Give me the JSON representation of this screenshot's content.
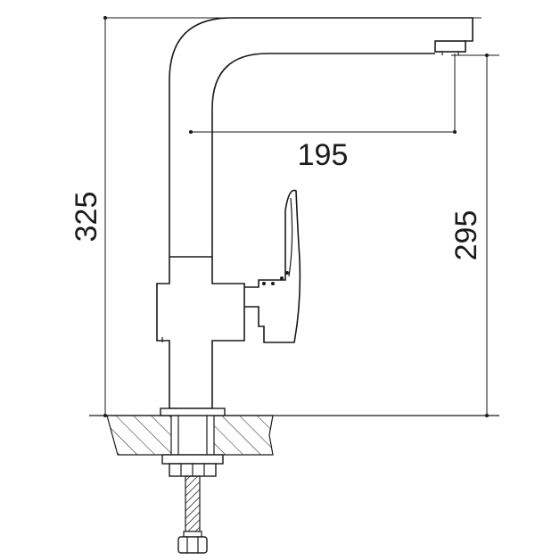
{
  "dimensions": {
    "overall_height": "325",
    "spout_reach": "195",
    "spout_height": "295"
  },
  "colors": {
    "line": "#1a1a1a",
    "background": "#ffffff"
  }
}
